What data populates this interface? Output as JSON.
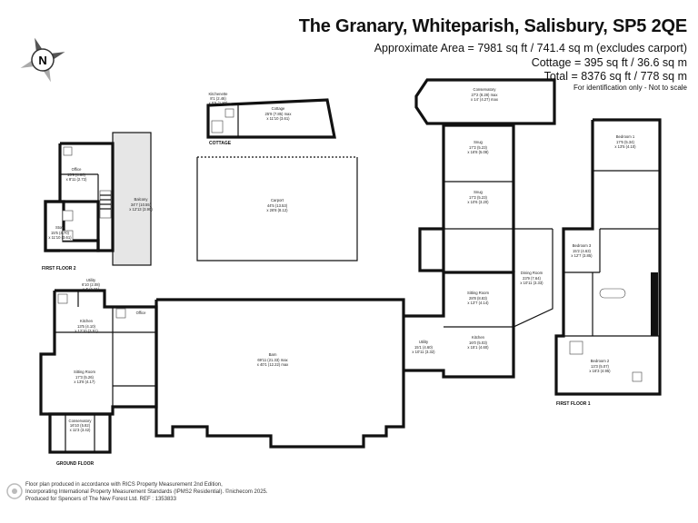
{
  "header": {
    "title": "The Granary, Whiteparish, Salisbury, SP5 2QE",
    "area_line": "Approximate Area = 7981 sq ft / 741.4 sq m (excludes carport)",
    "cottage_line": "Cottage = 395 sq ft / 36.6 sq m",
    "total_line": "Total = 8376 sq ft / 778 sq m",
    "note": "For identification only - Not to scale"
  },
  "compass": {
    "letter": "N"
  },
  "floors": {
    "first_floor_2": "FIRST FLOOR 2",
    "ground_floor": "GROUND FLOOR",
    "first_floor_1": "FIRST FLOOR 1",
    "cottage": "COTTAGE"
  },
  "rooms": {
    "kitchenette": {
      "name": "Kitchenette",
      "d1": "8'1 (2.46)",
      "d2": "x 5'9 (1.80)"
    },
    "cottage": {
      "name": "Cottage",
      "d1": "25'9 (7.85) max",
      "d2": "x 11'10 (3.61)"
    },
    "conservatory_top": {
      "name": "Conservatory",
      "d1": "27'2 (8.28) max",
      "d2": "x 14' (4.27) max"
    },
    "snug1": {
      "name": "Snug",
      "d1": "17'2 (5.23)",
      "d2": "x 16'8 (5.08)"
    },
    "snug2": {
      "name": "Snug",
      "d1": "17'2 (5.23)",
      "d2": "x 10'6 (3.20)"
    },
    "office_ff2": {
      "name": "Office",
      "d1": "15'9 (4.80)",
      "d2": "x 8'11 (2.72)"
    },
    "balcony": {
      "name": "Balcony",
      "d1": "34'7 (10.55)",
      "d2": "x 12'13 (3.90)"
    },
    "store": {
      "name": "Store",
      "d1": "15'5 (4.70)",
      "d2": "x 11'10 (3.61)"
    },
    "carport": {
      "name": "Carport",
      "d1": "44'5 (13.53)",
      "d2": "x 26'8 (8.12)"
    },
    "utility_left": {
      "name": "Utility",
      "d1": "6'10 (2.08)",
      "d2": "x 4' (1.21)"
    },
    "kitchen_left": {
      "name": "Kitchen",
      "d1": "13'5 (4.10)",
      "d2": "x 12'10 (3.91)"
    },
    "office_gf": {
      "name": "Office"
    },
    "sitting_left": {
      "name": "Sitting Room",
      "d1": "17'3 (5.26)",
      "d2": "x 13'8 (4.17)"
    },
    "conservatory_bottom": {
      "name": "Conservatory",
      "d1": "16'10 (5.82)",
      "d2": "x 11'3 (3.42)"
    },
    "barn": {
      "name": "Barn",
      "d1": "69'11 (21.33) max",
      "d2": "x 40'1 (12.22) max"
    },
    "utility_right": {
      "name": "Utility",
      "d1": "15'1 (4.60)",
      "d2": "x 10'11 (3.32)"
    },
    "kitchen_right": {
      "name": "Kitchen",
      "d1": "16'0 (5.03)",
      "d2": "x 15'1 (4.60)"
    },
    "sitting_right": {
      "name": "Sitting Room",
      "d1": "28'8 (8.83)",
      "d2": "x 13'7 (4.14)"
    },
    "dining": {
      "name": "Dining Room",
      "d1": "23'9 (7.64)",
      "d2": "x 10'11 (3.33)"
    },
    "bed1": {
      "name": "Bedroom 1",
      "d1": "17'6 (5.34)",
      "d2": "x 13'5 (4.10)"
    },
    "bed3": {
      "name": "Bedroom 3",
      "d1": "15'2 (4.63)",
      "d2": "x 12'7 (3.85)"
    },
    "bed2": {
      "name": "Bedroom 2",
      "d1": "13'3 (5.07)",
      "d2": "x 16'3 (4.95)"
    }
  },
  "footer": {
    "line1": "Floor plan produced in accordance with RICS Property Measurement 2nd Edition,",
    "line2": "Incorporating International Property Measurement Standards (IPMS2 Residential).  ©nichecom 2025.",
    "line3": "Produced for Spencers of The New Forest Ltd.   REF : 1353833"
  }
}
